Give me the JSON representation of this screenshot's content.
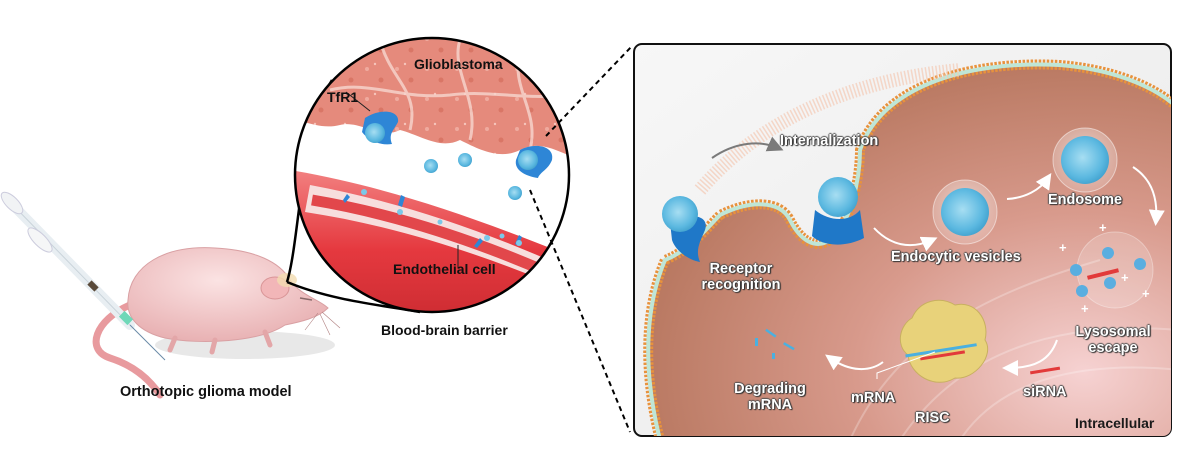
{
  "figure": {
    "left_panel": {
      "caption": "Orthotopic glioma model",
      "illustration": "mouse with tail-vein syringe injection"
    },
    "zoom_circle": {
      "caption": "Blood-brain barrier",
      "labels": {
        "tumor": "Glioblastoma",
        "receptor": "TfR1",
        "endothelium": "Endothelial cell"
      }
    },
    "cell_panel": {
      "region_label": "Intracellular",
      "steps": [
        {
          "id": "receptor",
          "label": "Receptor recognition"
        },
        {
          "id": "internalization",
          "label": "Internalization"
        },
        {
          "id": "vesicles",
          "label": "Endocytic vesicles"
        },
        {
          "id": "endosome",
          "label": "Endosome"
        },
        {
          "id": "escape",
          "label": "Lysosomal escape"
        },
        {
          "id": "sirna",
          "label": "siRNA"
        },
        {
          "id": "risc",
          "label": "RISC"
        },
        {
          "id": "mrna",
          "label": "mRNA"
        },
        {
          "id": "degrading",
          "label": "Degrading mRNA"
        }
      ],
      "escape_charges": [
        "+",
        "+",
        "+",
        "+",
        "+"
      ]
    },
    "colors": {
      "cytoplasm": "#b9785e",
      "cytoplasm_light": "#f2c4c4",
      "membrane_head": "#e8923c",
      "membrane_tail": "#bfe6d6",
      "nanoparticle": "#6cc4e6",
      "receptor": "#1f78c8",
      "vessel": "#e8464a",
      "tumor": "#e58a7c",
      "risc": "#e8d27a",
      "sirna": "#e23a3a"
    }
  }
}
